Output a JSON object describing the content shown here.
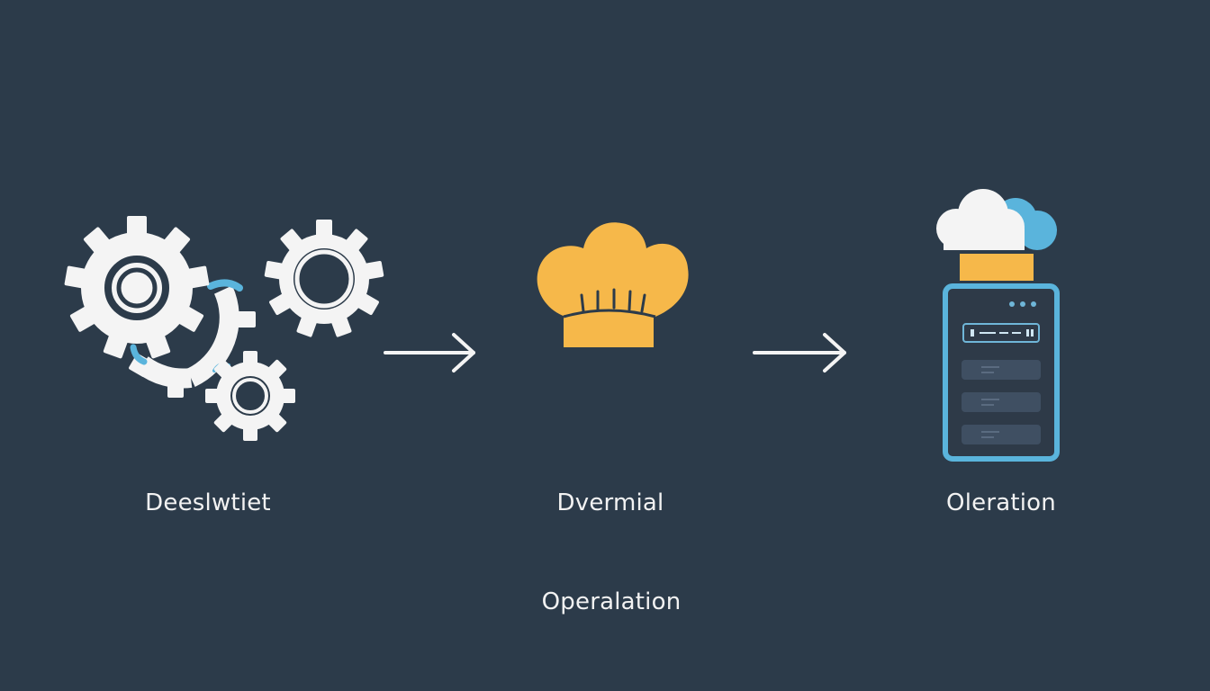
{
  "diagram": {
    "steps": [
      {
        "label": "Deeslwtiet",
        "icon": "gears-icon"
      },
      {
        "label": "Dvermial",
        "icon": "chef-hat-icon"
      },
      {
        "label": "Oleration",
        "icon": "tablet-with-chef-hat-icon"
      }
    ],
    "bottom_label": "Operalation",
    "arrows": 2
  },
  "colors": {
    "background": "#2c3b4a",
    "icon_white": "#f4f4f4",
    "accent_blue": "#5ab4dc",
    "accent_yellow": "#f6b84a",
    "screen_dark": "#2e3a48"
  }
}
